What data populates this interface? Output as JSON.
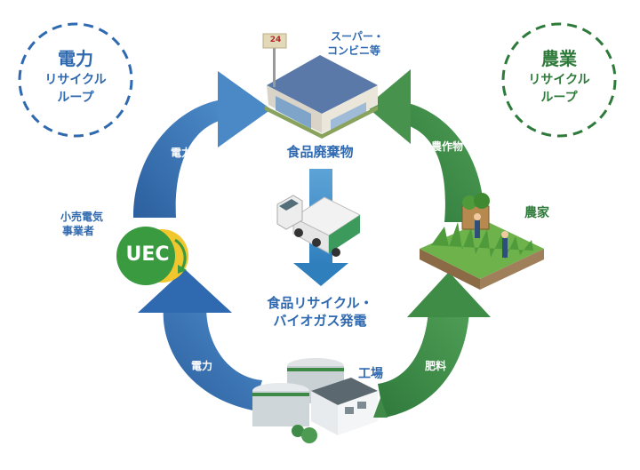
{
  "loops": {
    "electric": {
      "title": "電力",
      "line2": "リサイクル",
      "line3": "ループ",
      "color": "#2f69b0"
    },
    "agri": {
      "title": "農業",
      "line2": "リサイクル",
      "line3": "ループ",
      "color": "#2e7a3a"
    }
  },
  "arrows": {
    "top_left": "電力",
    "bottom_left": "電力",
    "top_right": "農作物",
    "bottom_right": "肥料"
  },
  "nodes": {
    "store": {
      "line1": "スーパー・",
      "line2": "コンビニ等",
      "sign": "24"
    },
    "farm": "農家",
    "factory": "工場",
    "retailer": {
      "line1": "小売電気",
      "line2": "事業者",
      "logo": "UEC"
    }
  },
  "center": {
    "waste": "食品廃棄物",
    "recycle_line1": "食品リサイクル・",
    "recycle_line2": "バイオガス発電"
  }
}
